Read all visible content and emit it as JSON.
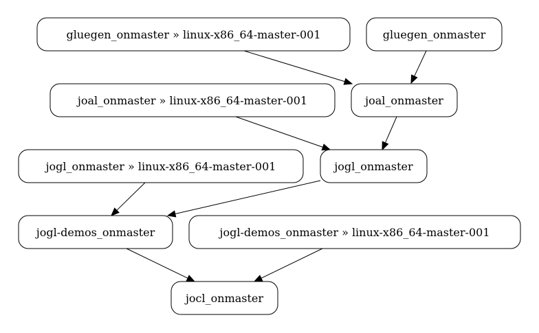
{
  "nodes": [
    {
      "id": "gluegen_slave",
      "label": "gluegen_onmaster » linux-x86_64-master-001"
    },
    {
      "id": "gluegen",
      "label": "gluegen_onmaster"
    },
    {
      "id": "joal_slave",
      "label": "joal_onmaster » linux-x86_64-master-001"
    },
    {
      "id": "joal",
      "label": "joal_onmaster"
    },
    {
      "id": "jogl_slave",
      "label": "jogl_onmaster » linux-x86_64-master-001"
    },
    {
      "id": "jogl",
      "label": "jogl_onmaster"
    },
    {
      "id": "jogl_demos",
      "label": "jogl-demos_onmaster"
    },
    {
      "id": "jogl_demos_slave",
      "label": "jogl-demos_onmaster » linux-x86_64-master-001"
    },
    {
      "id": "jocl",
      "label": "jocl_onmaster"
    }
  ],
  "edges": [
    {
      "from": "gluegen_slave",
      "to": "joal"
    },
    {
      "from": "gluegen",
      "to": "joal"
    },
    {
      "from": "joal_slave",
      "to": "jogl"
    },
    {
      "from": "joal",
      "to": "jogl"
    },
    {
      "from": "jogl_slave",
      "to": "jogl_demos"
    },
    {
      "from": "jogl",
      "to": "jogl_demos"
    },
    {
      "from": "jogl_demos",
      "to": "jocl"
    },
    {
      "from": "jogl_demos_slave",
      "to": "jocl"
    }
  ]
}
